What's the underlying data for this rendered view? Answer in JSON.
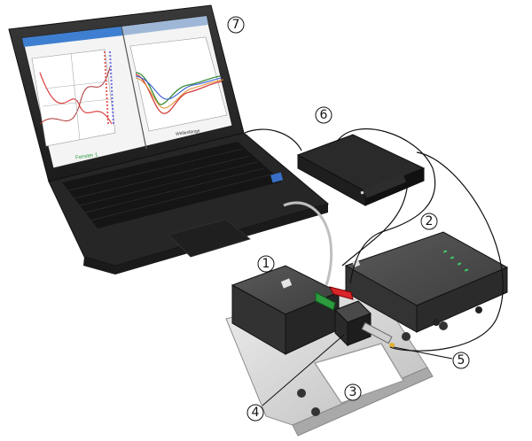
{
  "figure": {
    "screens": {
      "left_plot_title": "Fenster 1",
      "right_plot_xlabel": "Wellenlänge"
    },
    "callouts": [
      {
        "id": "1",
        "label": "1",
        "target": "sample-cell-holder"
      },
      {
        "id": "2",
        "label": "2",
        "target": "spectrometer-unit"
      },
      {
        "id": "3",
        "label": "3",
        "target": "aluminum-base-plate"
      },
      {
        "id": "4",
        "label": "4",
        "target": "cuvette-slot"
      },
      {
        "id": "5",
        "label": "5",
        "target": "fiber-connector"
      },
      {
        "id": "6",
        "label": "6",
        "target": "control-box"
      },
      {
        "id": "7",
        "label": "7",
        "target": "laptop"
      }
    ],
    "colors": {
      "device_body": "#3a3a3a",
      "device_top": "#4d4d4d",
      "laptop_body": "#2b2b2b",
      "base_plate": "#d9d9d9",
      "cable": "#111111",
      "accent_red": "#d8262a",
      "accent_green": "#2e9a3f",
      "led_green": "#3fd06a"
    }
  }
}
